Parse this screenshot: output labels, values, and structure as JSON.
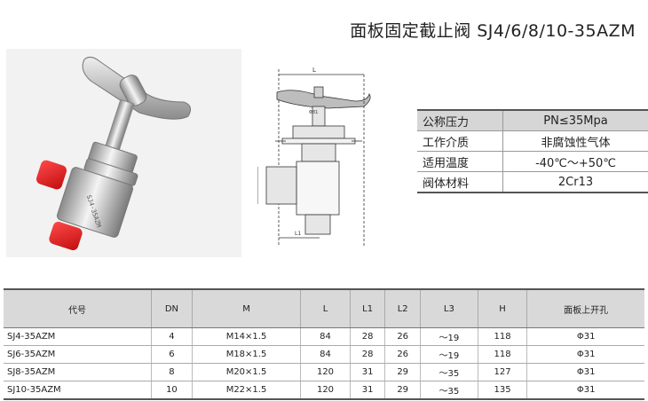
{
  "title": "面板固定截止阀 SJ4/6/8/10-35AZM",
  "spec": [
    {
      "key": "公称压力",
      "value": "PN≤35Mpa"
    },
    {
      "key": "工作介质",
      "value": "非腐蚀性气体"
    },
    {
      "key": "适用温度",
      "value": "-40℃～+50℃"
    },
    {
      "key": "阀体材料",
      "value": "2Cr13"
    }
  ],
  "table": {
    "headers": [
      "代号",
      "DN",
      "M",
      "L",
      "L1",
      "L2",
      "L3",
      "H",
      "面板上开孔"
    ],
    "rows": [
      [
        "SJ4-35AZM",
        "4",
        "M14×1.5",
        "84",
        "28",
        "26",
        "～19",
        "118",
        "Φ31"
      ],
      [
        "SJ6-35AZM",
        "6",
        "M18×1.5",
        "84",
        "28",
        "26",
        "～19",
        "118",
        "Φ31"
      ],
      [
        "SJ8-35AZM",
        "8",
        "M20×1.5",
        "120",
        "31",
        "29",
        "～35",
        "127",
        "Φ31"
      ],
      [
        "SJ10-35AZM",
        "10",
        "M22×1.5",
        "120",
        "31",
        "29",
        "～35",
        "135",
        "Φ31"
      ]
    ]
  },
  "drawing_labels": {
    "l": "L",
    "l1": "L1",
    "phi": "Φ31"
  },
  "photo_body_text": "SJ4-35AZM"
}
